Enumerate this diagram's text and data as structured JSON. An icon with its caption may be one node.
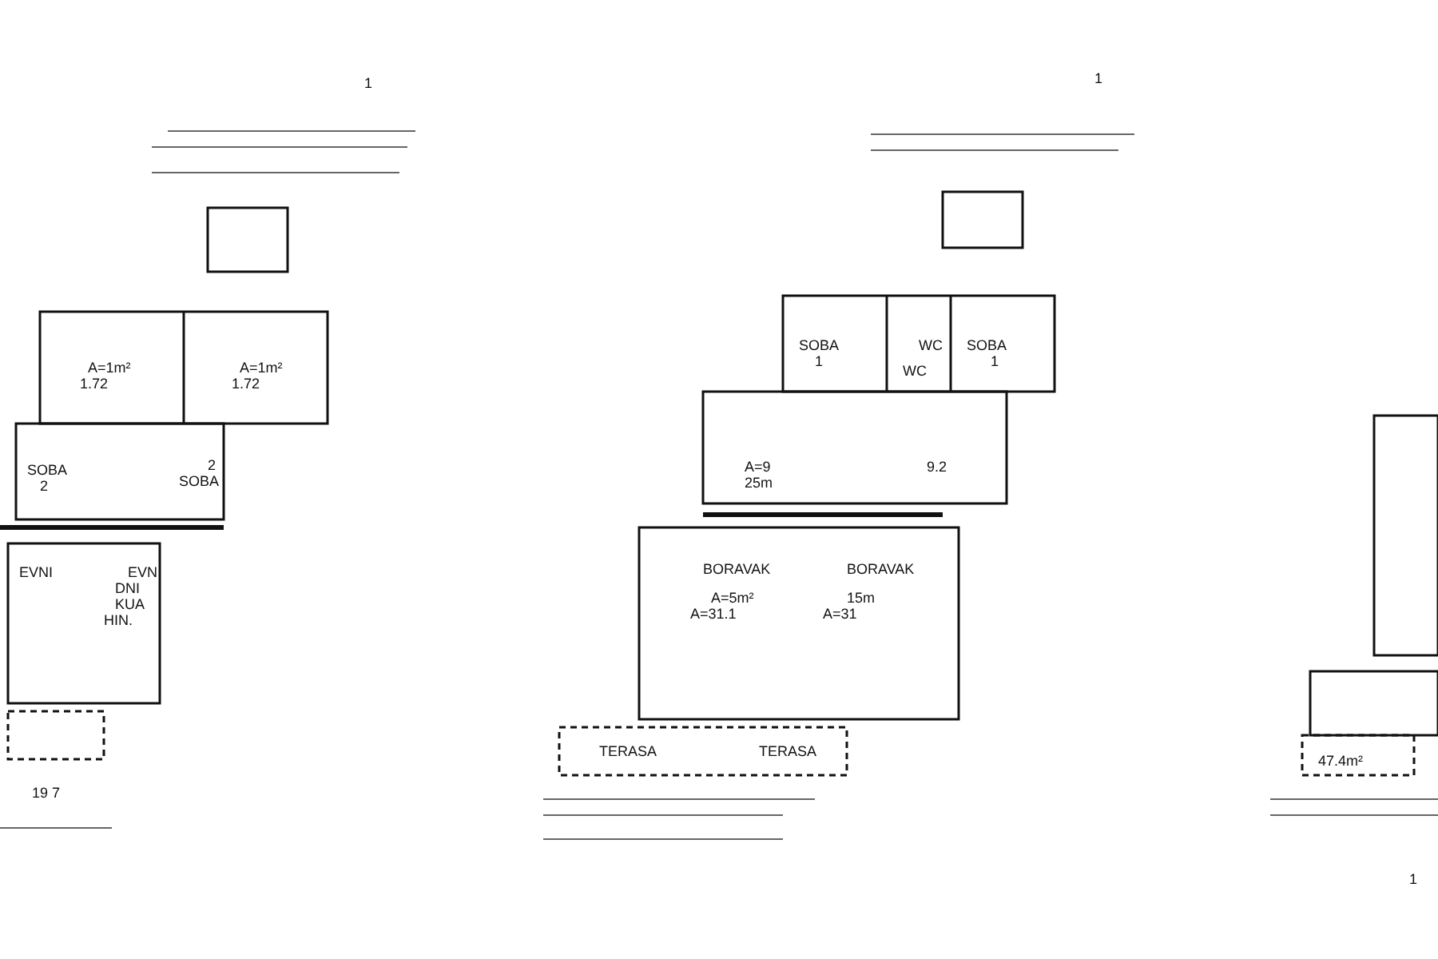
{
  "diagram": {
    "labels": [
      "1",
      "A=1m²",
      "1.72",
      "A=1m²",
      "1.72",
      "SOBA",
      "2",
      "SOBA",
      "2",
      "EVNI",
      "EVN",
      "DNI",
      "KUA",
      "HIN.",
      "19 7",
      "1",
      "SOBA",
      "1",
      "WC",
      "WC",
      "SOBA",
      "1",
      "A=9",
      "25m",
      "9.2",
      "BORAVAK",
      "A=5m²",
      "A=31.1",
      "BORAVAK",
      "15m",
      "A=31",
      "TERASA",
      "TERASA",
      "47.4m²",
      "1"
    ]
  }
}
